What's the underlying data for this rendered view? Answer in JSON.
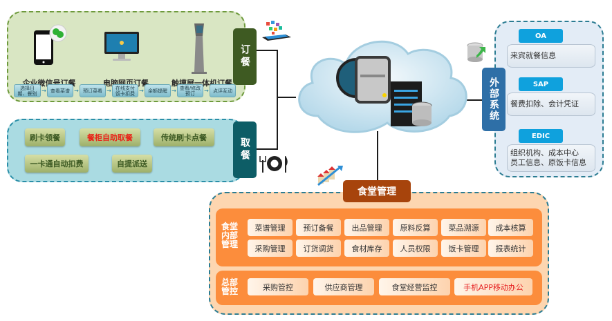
{
  "ordering": {
    "tab_label": "订餐",
    "channels": [
      {
        "label": "企业微信号订餐",
        "icon": "wechat-phone-icon"
      },
      {
        "label": "电脑网页订餐",
        "icon": "desktop-monitor-icon"
      },
      {
        "label": "触摸屏一体机订餐",
        "icon": "kiosk-icon"
      }
    ],
    "flow_steps": [
      "选择日期、餐别",
      "查看菜谱",
      "预订菜肴",
      "在线支付饭卡扣费",
      "余额提醒",
      "查看/修改预订",
      "点评互动"
    ],
    "flow_arrow": "→"
  },
  "pickup": {
    "tab_label": "取餐",
    "items": [
      {
        "label": "刷卡领餐",
        "highlight": false
      },
      {
        "label": "餐柜自助取餐",
        "highlight": true
      },
      {
        "label": "传统刷卡点餐",
        "highlight": false
      },
      {
        "label": "一卡通自动扣费",
        "highlight": false
      },
      {
        "label": "自提派送",
        "highlight": false
      }
    ]
  },
  "external": {
    "tab_label": "外部系统",
    "systems": [
      {
        "name": "OA",
        "desc": "来宾就餐信息"
      },
      {
        "name": "SAP",
        "desc": "餐费扣除、会计凭证"
      },
      {
        "name": "EDIC",
        "desc": "组织机构、成本中心 员工信息、原饭卡信息"
      }
    ]
  },
  "canteen": {
    "title": "食堂管理",
    "internal": {
      "label": "食堂内部管理",
      "row1": [
        "菜谱管理",
        "预订备餐",
        "出品管理",
        "原料反算",
        "菜品溯源",
        "成本核算"
      ],
      "row2": [
        "采购管理",
        "订货调货",
        "食材库存",
        "人员权限",
        "饭卡管理",
        "报表统计"
      ]
    },
    "hq": {
      "label": "总部管控",
      "items": [
        {
          "label": "采购管控",
          "highlight": false
        },
        {
          "label": "供应商管理",
          "highlight": false
        },
        {
          "label": "食堂经营监控",
          "highlight": false
        },
        {
          "label": "手机APP移动办公",
          "highlight": true
        }
      ]
    }
  },
  "colors": {
    "order_green": "#3e5a22",
    "pickup_teal": "#0d5d66",
    "external_blue": "#2e6fa7",
    "system_tag_blue": "#0fa1dd",
    "canteen_brown": "#a7440c",
    "band_orange": "#fc8d3c",
    "highlight_red": "#e62323"
  }
}
